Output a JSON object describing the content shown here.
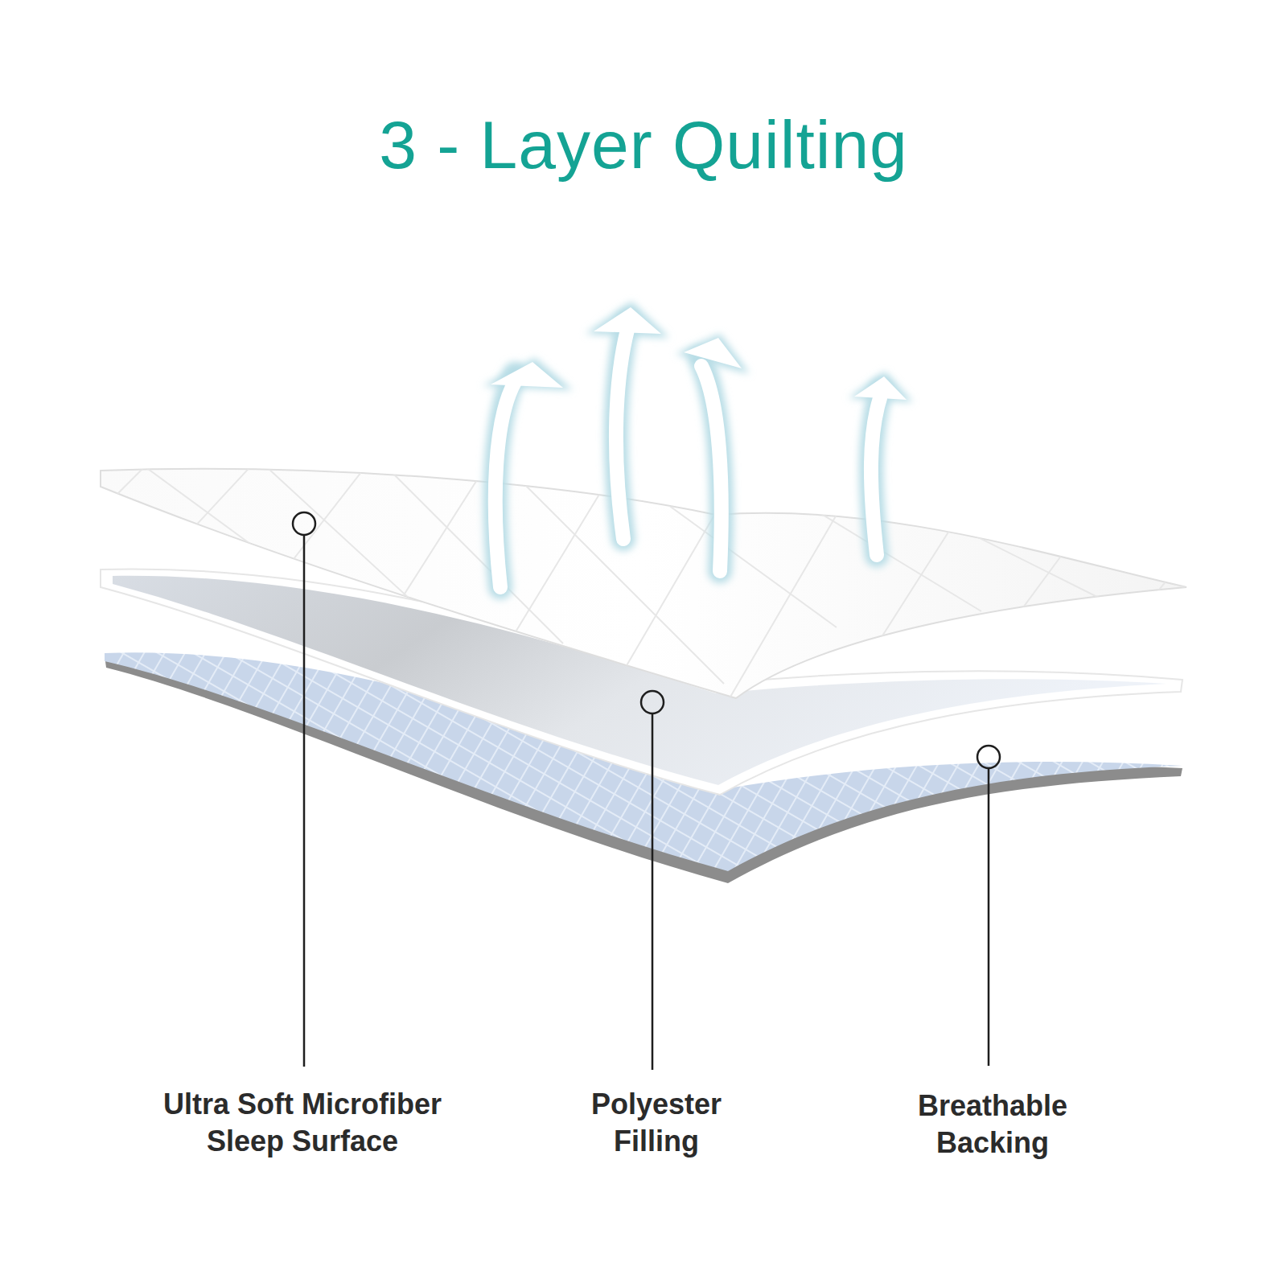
{
  "diagram": {
    "title": "3 - Layer Quilting",
    "labels": [
      "Ultra Soft Microfiber Sleep Surface",
      "Polyester Filling",
      "Breathable Backing"
    ]
  }
}
